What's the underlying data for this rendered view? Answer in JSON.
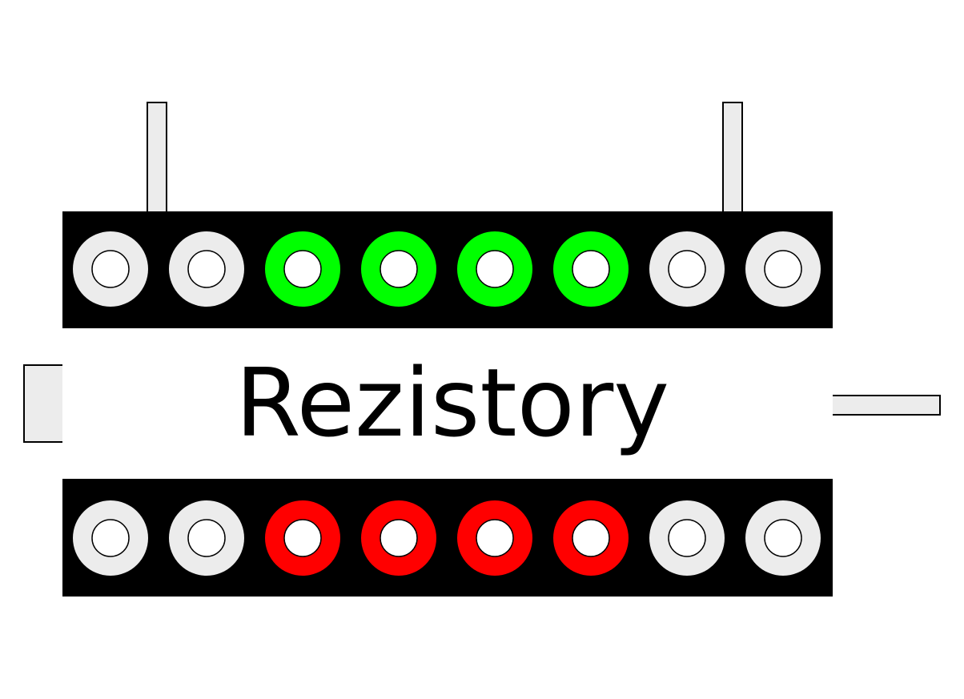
{
  "module": {
    "label": "Rezistory",
    "colors": {
      "body": "#000000",
      "label_panel": "#ffffff",
      "pin_default": "#ececec",
      "pin_top_active": "#00ff00",
      "pin_bottom_active": "#ff0000",
      "pin_hole": "#ffffff",
      "lead": "#ececec"
    },
    "top_row": {
      "pins": [
        {
          "state": "inactive"
        },
        {
          "state": "inactive"
        },
        {
          "state": "active"
        },
        {
          "state": "active"
        },
        {
          "state": "active"
        },
        {
          "state": "active"
        },
        {
          "state": "inactive"
        },
        {
          "state": "inactive"
        }
      ]
    },
    "bottom_row": {
      "pins": [
        {
          "state": "inactive"
        },
        {
          "state": "inactive"
        },
        {
          "state": "active"
        },
        {
          "state": "active"
        },
        {
          "state": "active"
        },
        {
          "state": "active"
        },
        {
          "state": "inactive"
        },
        {
          "state": "inactive"
        }
      ]
    }
  }
}
